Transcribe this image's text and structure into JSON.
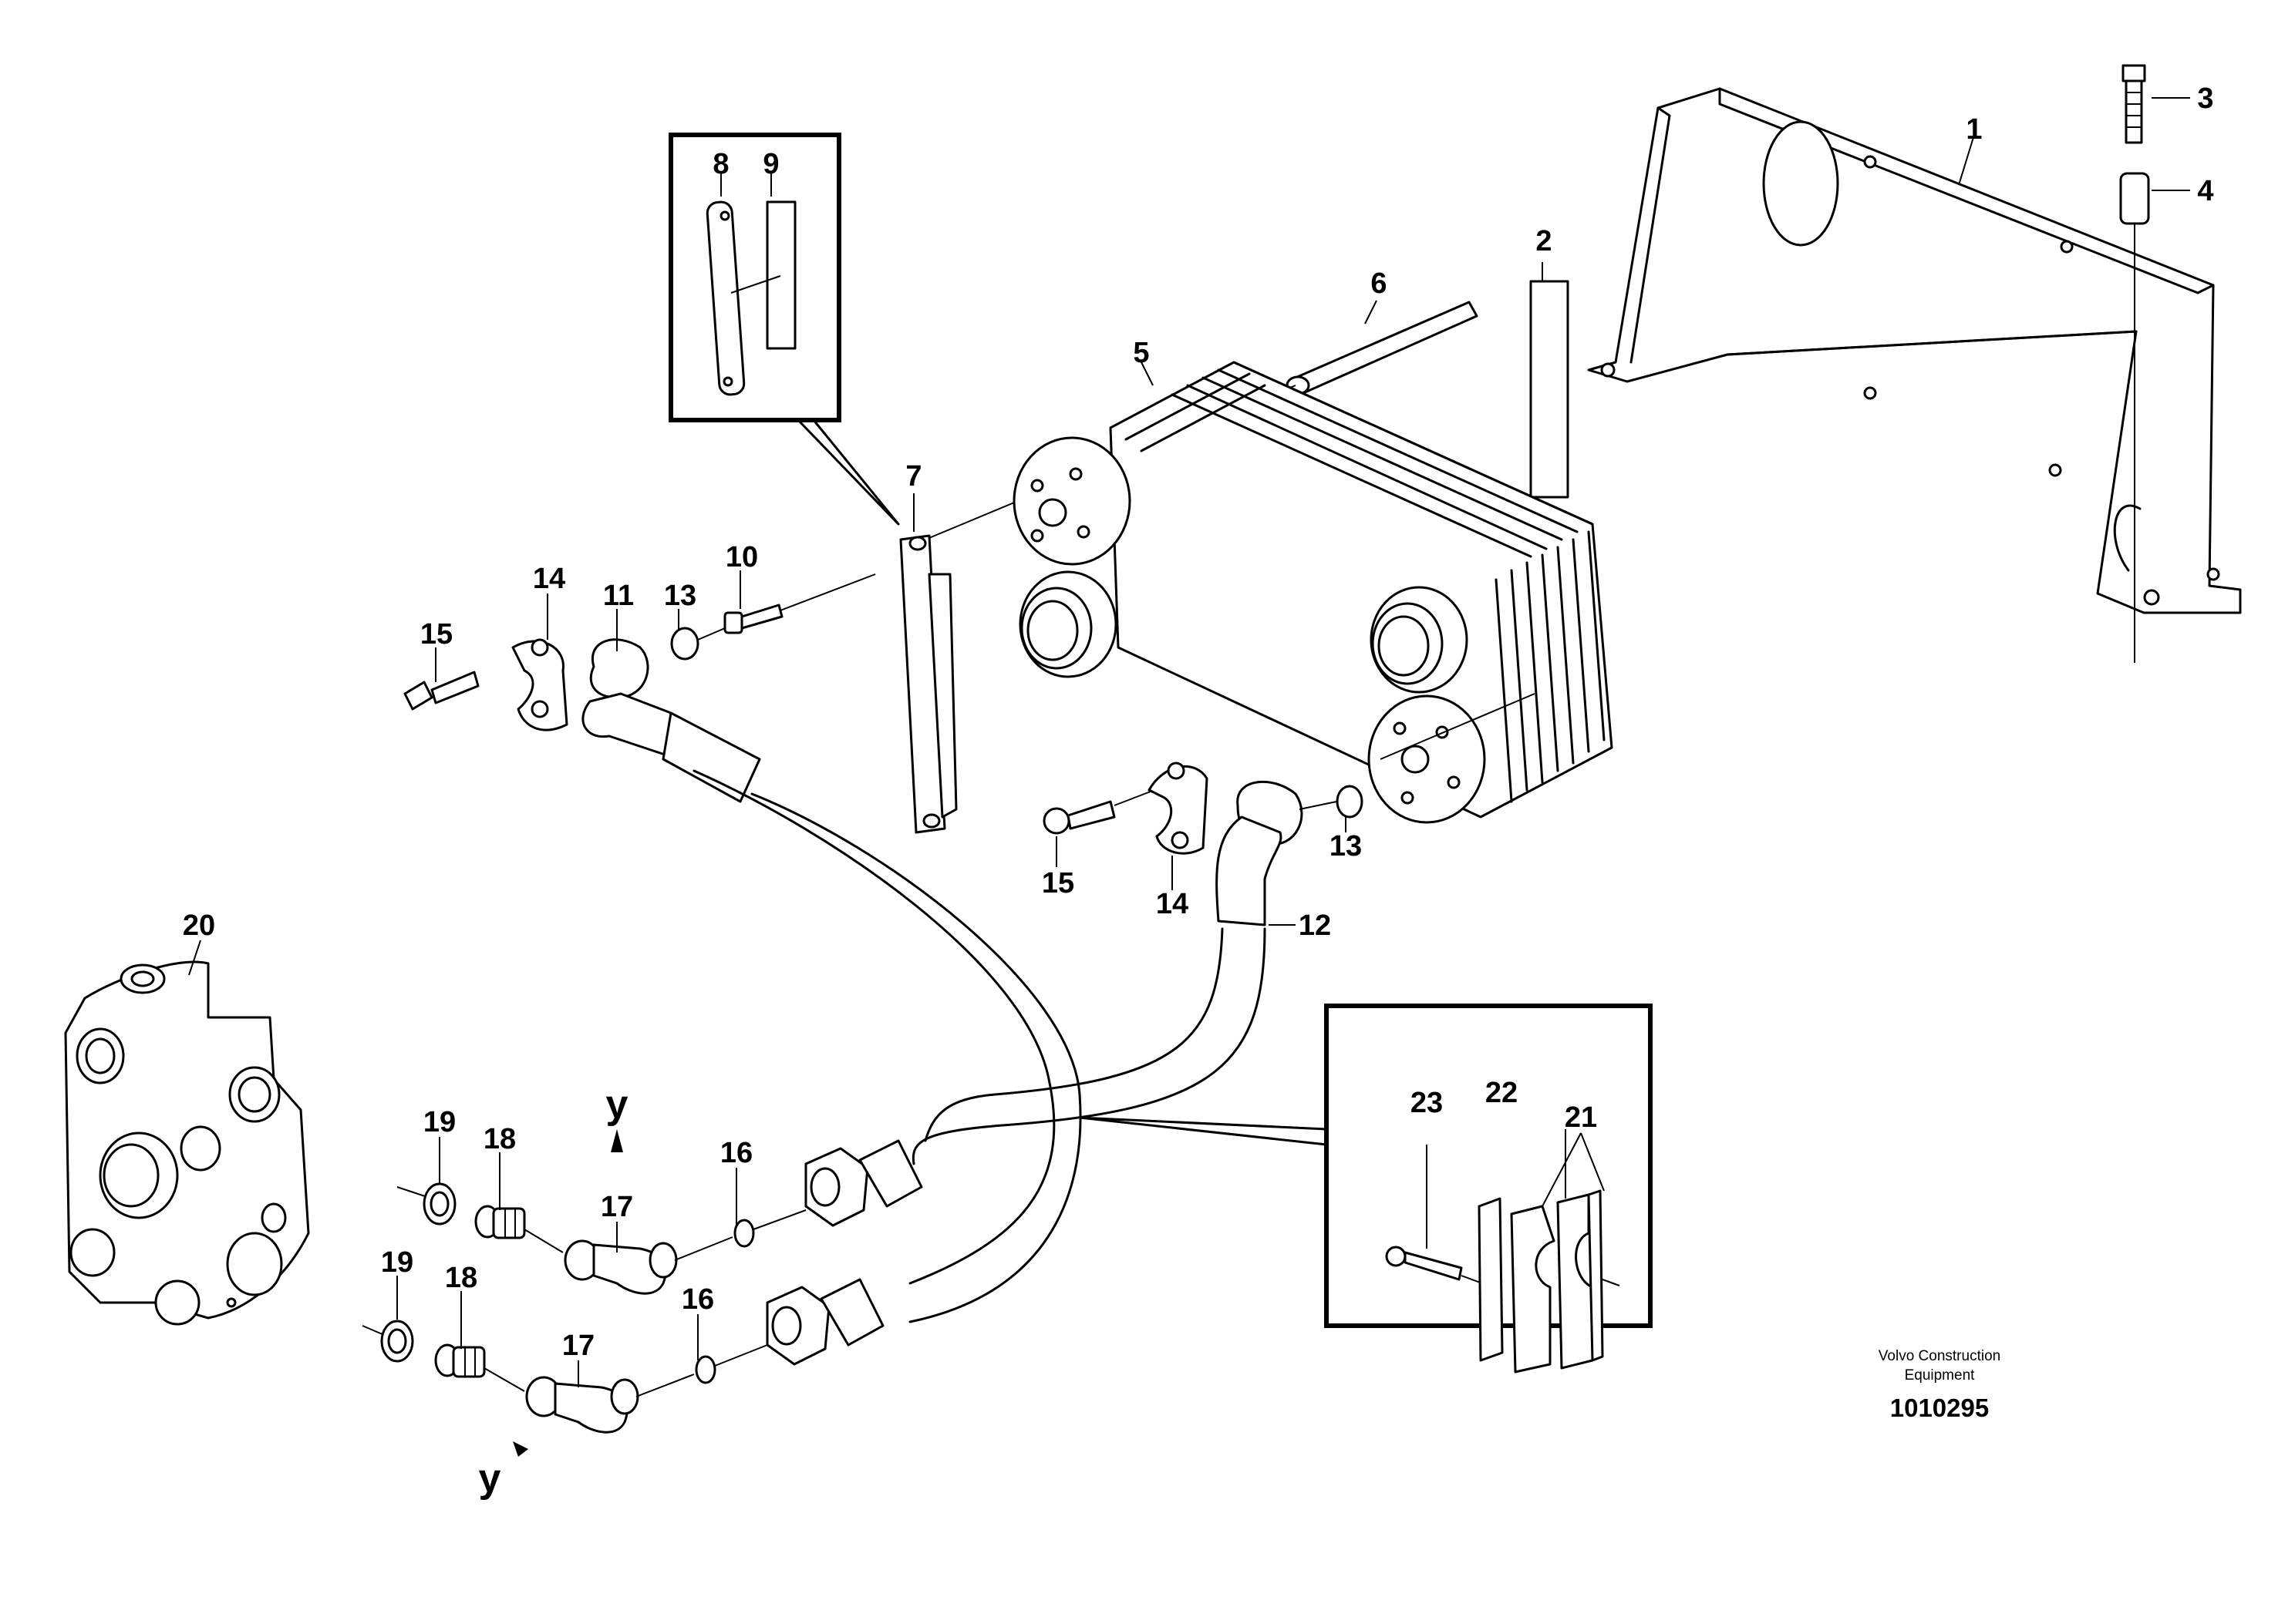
{
  "diagram": {
    "part_labels": {
      "p1": "1",
      "p2": "2",
      "p3": "3",
      "p4": "4",
      "p5": "5",
      "p6": "6",
      "p7": "7",
      "p8": "8",
      "p9": "9",
      "p10": "10",
      "p11": "11",
      "p12": "12",
      "p13a": "13",
      "p13b": "13",
      "p14a": "14",
      "p14b": "14",
      "p15a": "15",
      "p15b": "15",
      "p16a": "16",
      "p16b": "16",
      "p17a": "17",
      "p17b": "17",
      "p18a": "18",
      "p18b": "18",
      "p19a": "19",
      "p19b": "19",
      "p20": "20",
      "p21": "21",
      "p22": "22",
      "p23": "23"
    },
    "view_markers": {
      "y_top": "y",
      "y_bottom": "y"
    }
  },
  "footer": {
    "brand_line1": "Volvo Construction",
    "brand_line2": "Equipment",
    "drawing_number": "1010295"
  }
}
